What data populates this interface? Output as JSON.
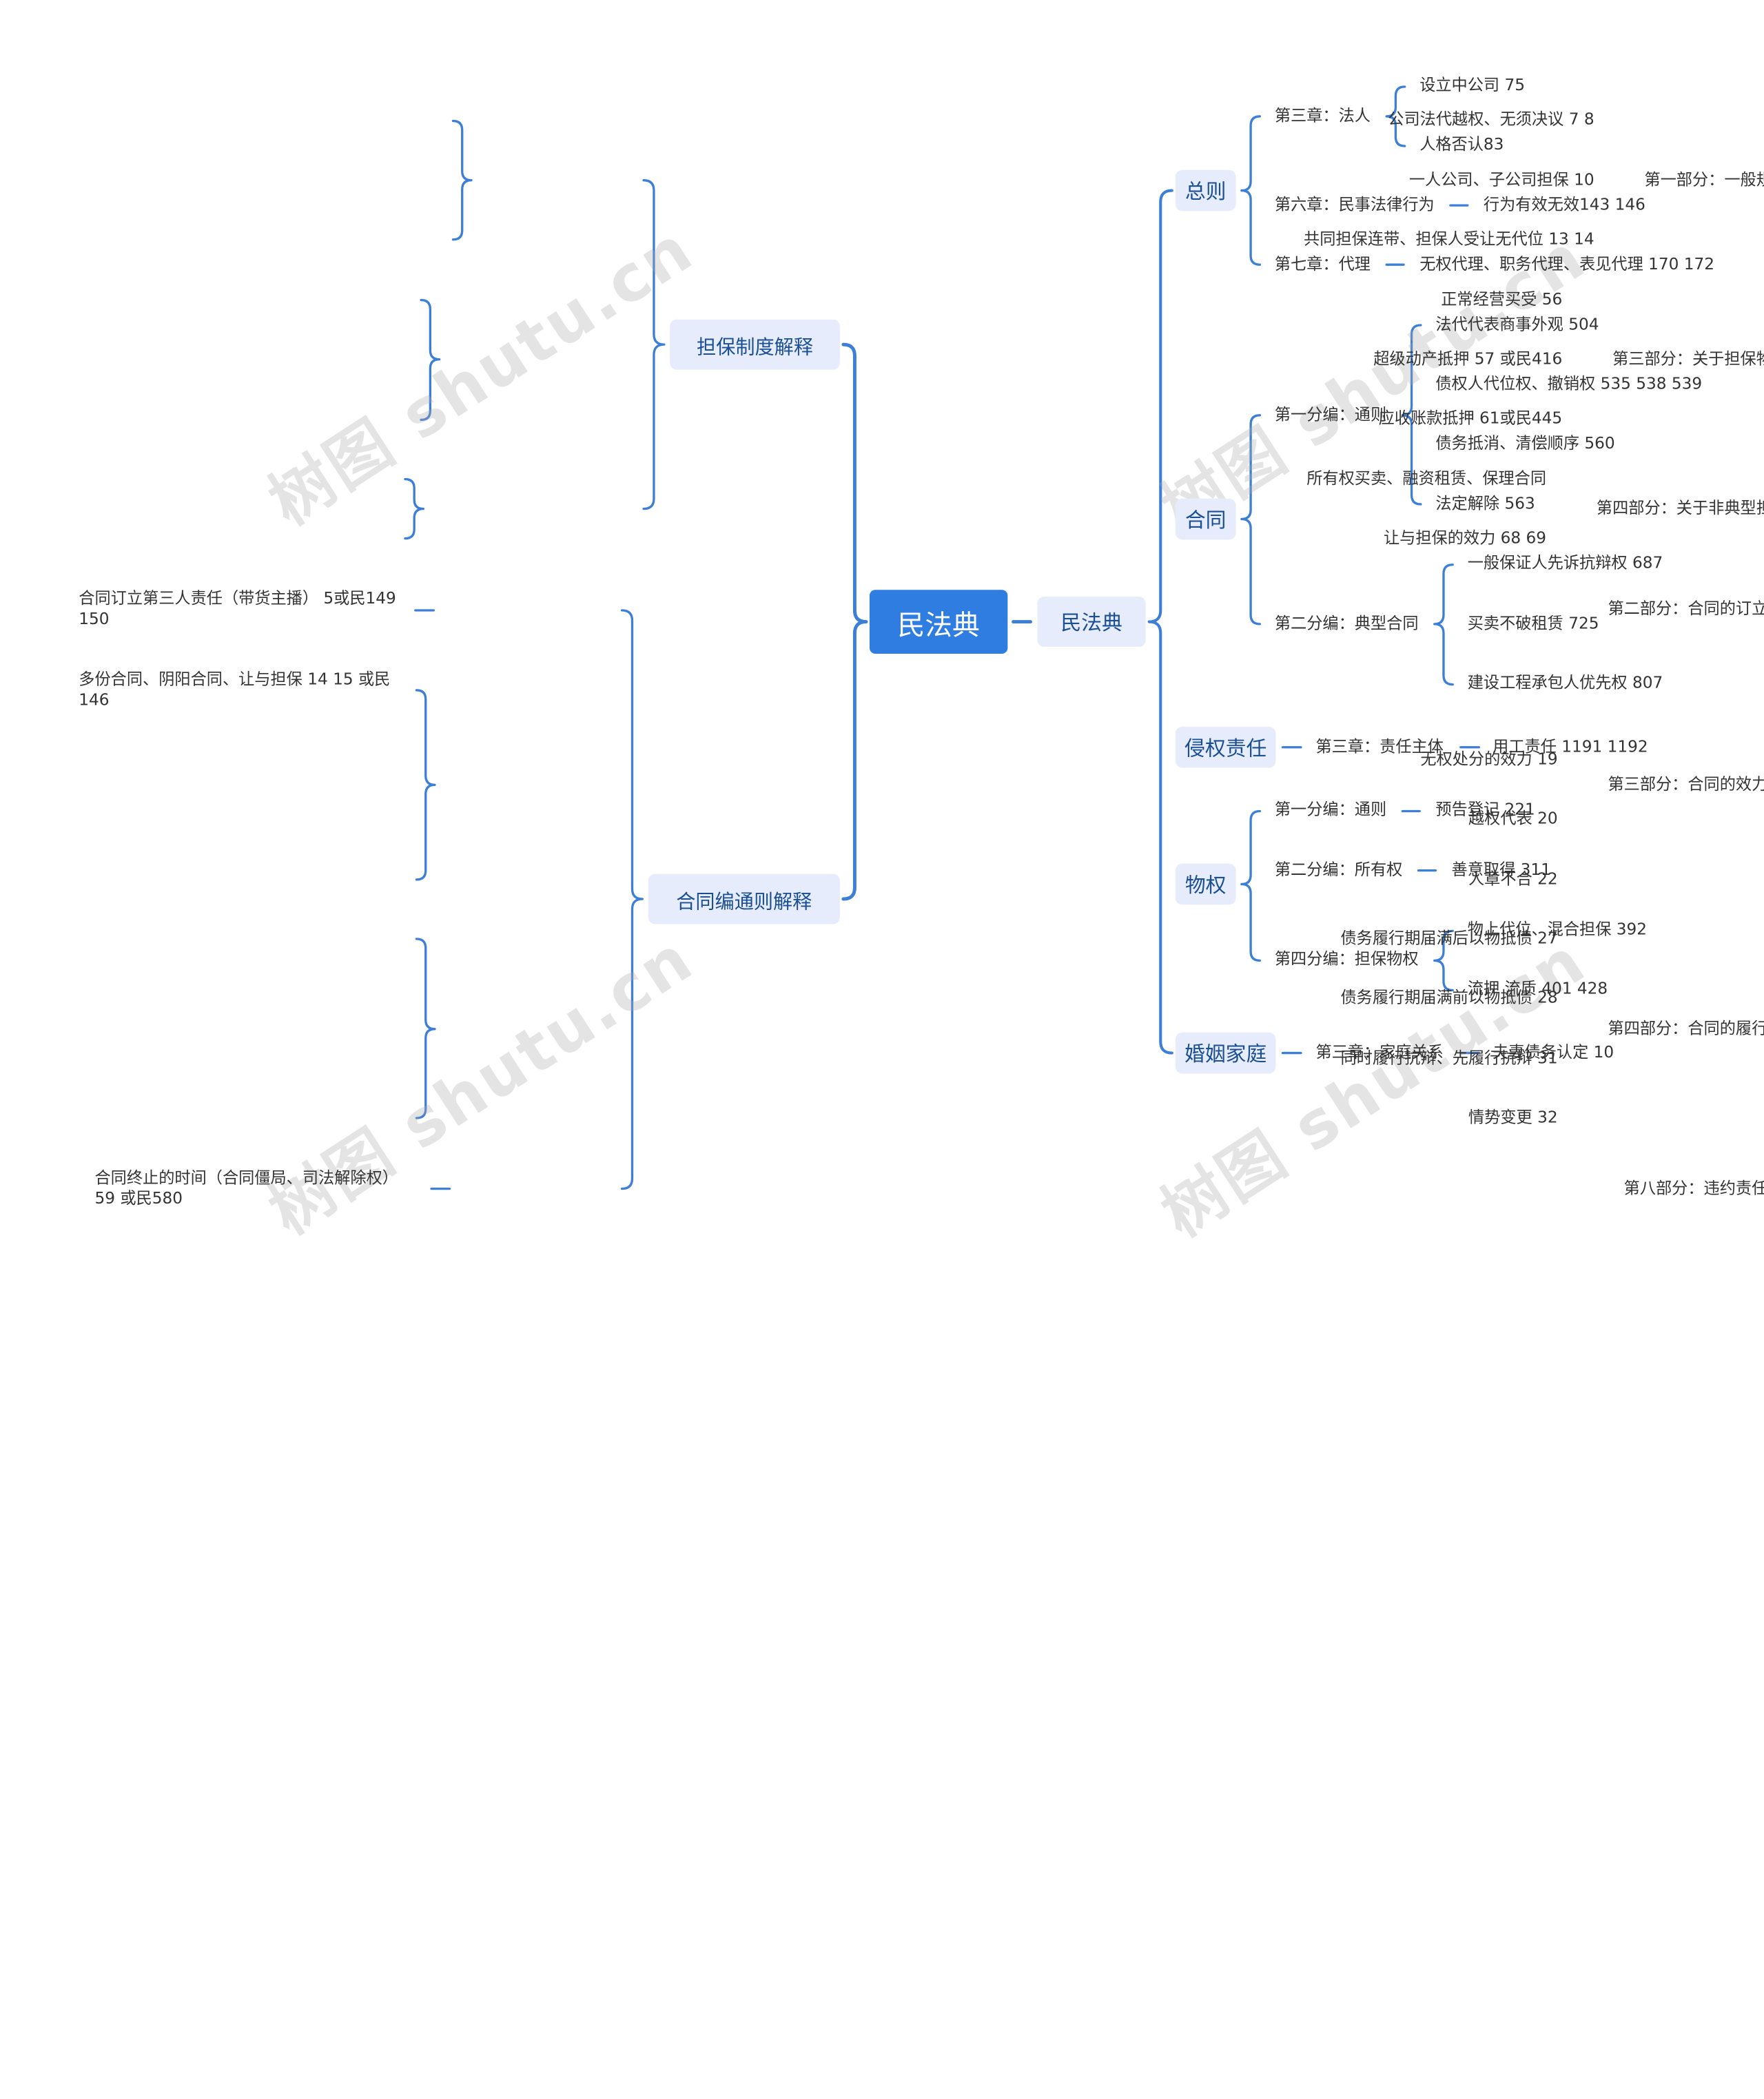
{
  "colors": {
    "line": "#3d7fd6",
    "root_bg": "#2f7de1",
    "node_bg": "#e6ecfb",
    "node_text": "#1a4f94",
    "leaf_text": "#333333"
  },
  "root": "民法典",
  "right_hub": "民法典",
  "left": {
    "guarantee": {
      "label": "担保制度解释",
      "part1": {
        "label": "第一部分：一般规定",
        "items": [
          "公司法代越权、无须决议 7 8",
          "一人公司、子公司担保 10",
          "共同担保连带、担保人受让无代位 13 14"
        ]
      },
      "part3": {
        "label": "第三部分：关于担保物权",
        "items": [
          "正常经营买受 56",
          "超级动产抵押 57 或民416",
          "应收账款抵押 61或民445"
        ]
      },
      "part4": {
        "label": "第四部分：关于非典型担保",
        "items": [
          "所有权买卖、融资租赁、保理合同",
          "让与担保的效力 68 69"
        ]
      }
    },
    "contract": {
      "label": "合同编通则解释",
      "part2": {
        "label": "第二部分：合同的订立",
        "items": [
          "合同订立第三人责任（带货主播） 5或民149 150"
        ]
      },
      "part3": {
        "label": "第三部分：合同的效力",
        "items": [
          "多份合同、阴阳合同、让与担保 14 15 或民146",
          "无权处分的效力 19",
          "越权代表 20",
          "人章不合 22"
        ]
      },
      "part4": {
        "label": "第四部分：合同的履行",
        "items": [
          "债务履行期届满后以物抵债 27",
          "债务履行期届满前以物抵债 28",
          "同时履行抗辩、先履行抗辩 31",
          "情势变更 32"
        ]
      },
      "part8": {
        "label": "第八部分：违约责任",
        "items": [
          "合同终止的时间（合同僵局、司法解除权） 59 或民580"
        ]
      }
    }
  },
  "right": {
    "general": {
      "label": "总则",
      "ch3": {
        "label": "第三章：法人",
        "items": [
          "设立中公司 75",
          "人格否认83"
        ]
      },
      "ch6": {
        "label": "第六章：民事法律行为",
        "items": [
          "行为有效无效143 146"
        ]
      },
      "ch7": {
        "label": "第七章：代理",
        "items": [
          "无权代理、职务代理、表见代理 170 172"
        ]
      }
    },
    "contract": {
      "label": "合同",
      "sub1": {
        "label": "第一分编：通则",
        "items": [
          "法代代表商事外观 504",
          "债权人代位权、撤销权 535 538 539",
          "债务抵消、清偿顺序 560",
          "法定解除 563"
        ]
      },
      "sub2": {
        "label": "第二分编：典型合同",
        "items": [
          "一般保证人先诉抗辩权 687",
          "买卖不破租赁 725",
          "建设工程承包人优先权 807"
        ]
      }
    },
    "tort": {
      "label": "侵权责任",
      "ch3": {
        "label": "第三章：责任主体",
        "items": [
          "用工责任 1191 1192"
        ]
      }
    },
    "property": {
      "label": "物权",
      "sub1": {
        "label": "第一分编：通则",
        "items": [
          "预告登记 221"
        ]
      },
      "sub2": {
        "label": "第二分编：所有权",
        "items": [
          "善意取得 311"
        ]
      },
      "sub4": {
        "label": "第四分编：担保物权",
        "items": [
          "物上代位、混合担保 392",
          "流押 流质 401 428"
        ]
      }
    },
    "family": {
      "label": "婚姻家庭",
      "ch3": {
        "label": "第三章：家庭关系",
        "items": [
          "夫妻债务认定 10"
        ]
      }
    }
  },
  "watermark": "树图 shutu.cn"
}
